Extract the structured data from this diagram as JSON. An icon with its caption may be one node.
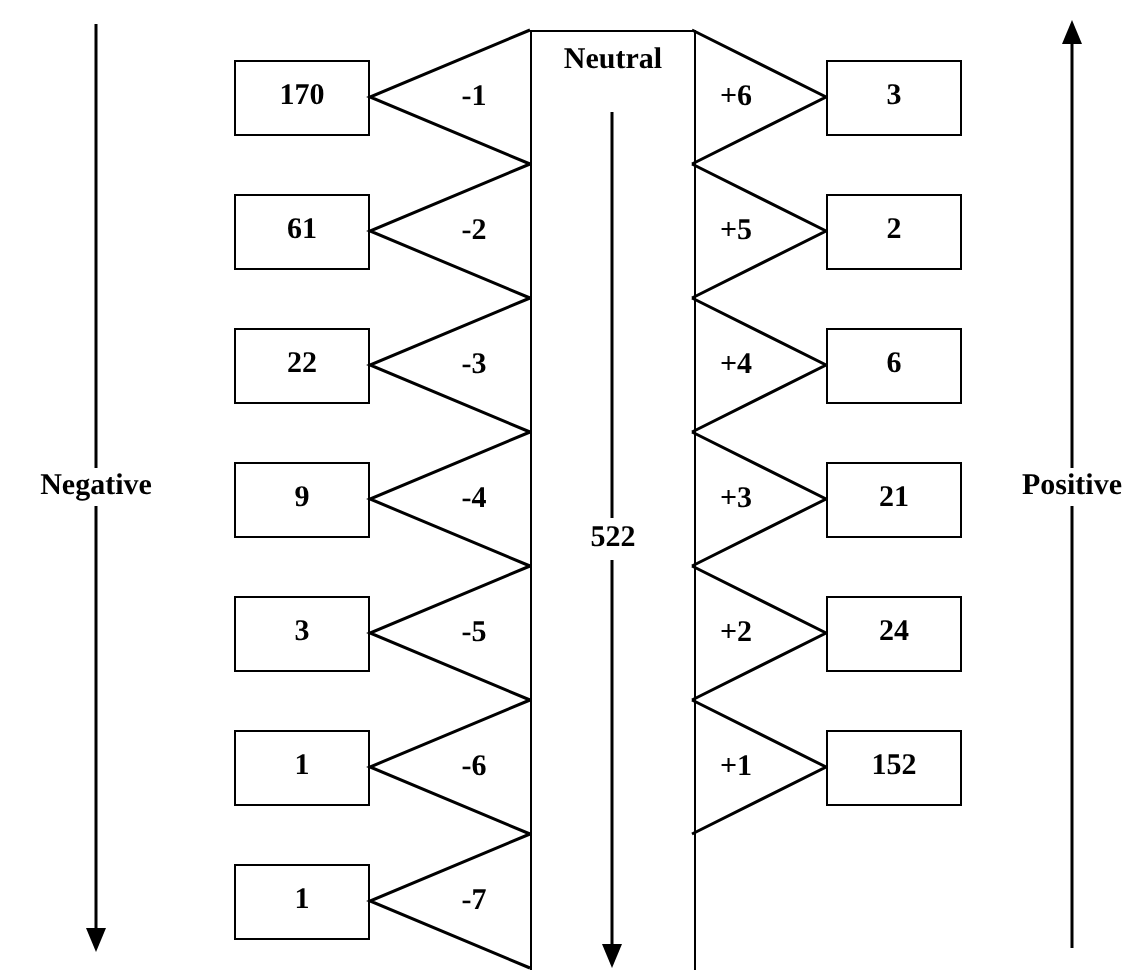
{
  "diagram": {
    "nodes": [
      {
        "text": [
          "Neutral",
          "522"
        ]
      },
      {
        "text": [
          "170"
        ]
      },
      {
        "text": [
          "-1"
        ]
      },
      {
        "text": [
          "+6"
        ]
      },
      {
        "text": [
          "3"
        ]
      },
      {
        "text": [
          "61"
        ]
      },
      {
        "text": [
          "-2"
        ]
      },
      {
        "text": [
          "+5"
        ]
      },
      {
        "text": [
          "2"
        ]
      },
      {
        "text": [
          "22"
        ]
      },
      {
        "text": [
          "-3"
        ]
      },
      {
        "text": [
          "+4"
        ]
      },
      {
        "text": [
          "6"
        ]
      },
      {
        "text": [
          "9"
        ]
      },
      {
        "text": [
          "-4"
        ]
      },
      {
        "text": [
          "+3"
        ]
      },
      {
        "text": [
          "21"
        ]
      },
      {
        "text": [
          "3"
        ]
      },
      {
        "text": [
          "-5"
        ]
      },
      {
        "text": [
          "+2"
        ]
      },
      {
        "text": [
          "24"
        ]
      },
      {
        "text": [
          "1"
        ]
      },
      {
        "text": [
          "-6"
        ]
      },
      {
        "text": [
          "+1"
        ]
      },
      {
        "text": [
          "152"
        ]
      },
      {
        "text": [
          "1"
        ]
      },
      {
        "text": [
          "-7"
        ]
      }
    ],
    "labels": [
      "Negative",
      "Positive"
    ]
  }
}
